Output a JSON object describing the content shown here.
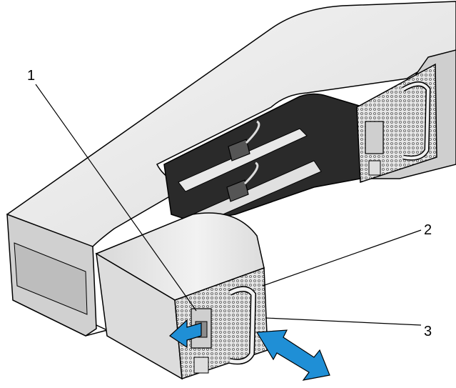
{
  "callouts": [
    {
      "id": "1",
      "label": "1"
    },
    {
      "id": "2",
      "label": "2"
    },
    {
      "id": "3",
      "label": "3"
    }
  ],
  "colors": {
    "chassis_light": "#efefef",
    "chassis_mid": "#d4d4d4",
    "chassis_dark": "#6f6f6f",
    "bay_black": "#141414",
    "psu_body": "#e3e3e3",
    "psu_face": "#cfcfcf",
    "arrow_fill": "#1f8fd6",
    "outline": "#000000"
  }
}
